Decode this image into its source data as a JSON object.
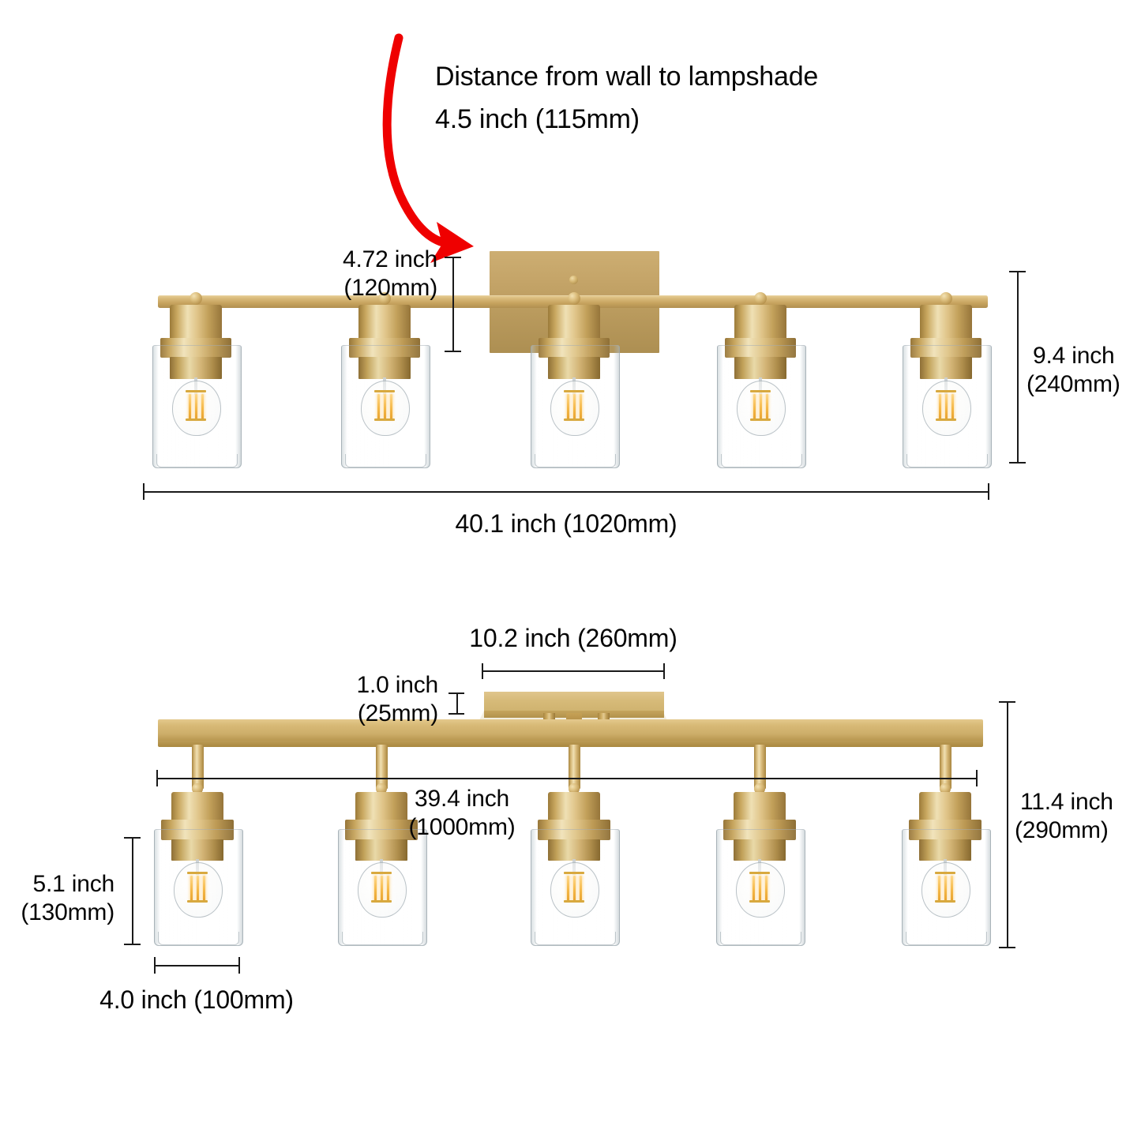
{
  "title_callout": {
    "line1": "Distance from wall to lampshade",
    "line2": "4.5 inch (115mm)",
    "arrow_color": "#ef0000"
  },
  "top_fixture": {
    "name": "wall-mounted 5-light vanity bar (front view)",
    "lamp_count": 5,
    "dimensions": {
      "wall_plate_height": {
        "line1": "4.72 inch",
        "line2": "(120mm)"
      },
      "overall_height": {
        "line1": "9.4 inch",
        "line2": "(240mm)"
      },
      "overall_width": {
        "line1": "40.1 inch (1020mm)"
      }
    }
  },
  "bottom_fixture": {
    "name": "flush-mount 5-light bar (angled view)",
    "lamp_count": 5,
    "dimensions": {
      "canopy_width": {
        "line1": "10.2 inch (260mm)"
      },
      "canopy_thickness": {
        "line1": "1.0 inch",
        "line2": "(25mm)"
      },
      "bar_width": {
        "line1": "39.4 inch",
        "line2": "(1000mm)"
      },
      "overall_height": {
        "line1": "11.4 inch",
        "line2": "(290mm)"
      },
      "shade_height": {
        "line1": "5.1 inch",
        "line2": "(130mm)"
      },
      "shade_width": {
        "line1": "4.0 inch (100mm)"
      }
    }
  },
  "colors": {
    "brass_light": "#e8cf95",
    "brass_mid": "#c9a463",
    "brass_dark": "#a8873f",
    "glass_edge": "#96a3aa",
    "filament": "#f5b94a",
    "dim_line": "#1a1a1a",
    "callout_red": "#ef0000"
  }
}
